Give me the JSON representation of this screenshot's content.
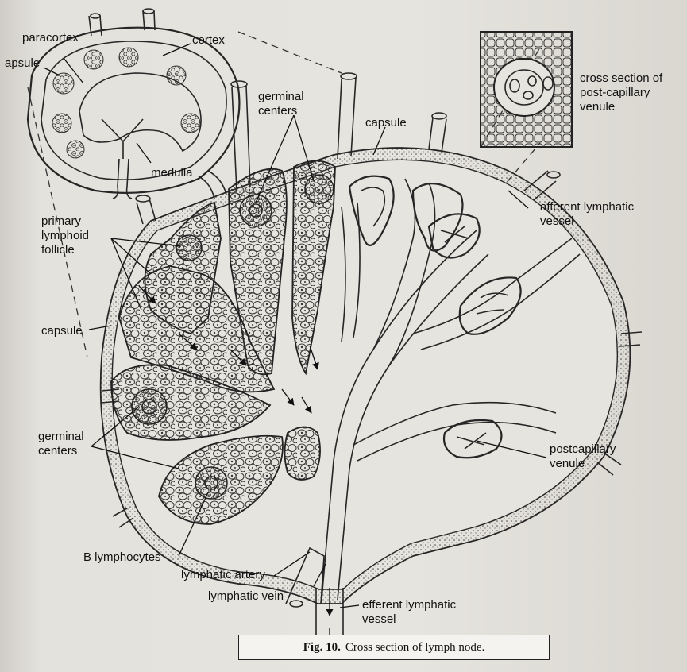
{
  "caption": {
    "figure_number": "Fig. 10.",
    "text": "Cross section of lymph node."
  },
  "inset": {
    "labels": {
      "paracortex": "paracortex",
      "cortex": "cortex",
      "capsule": "apsule",
      "medulla": "medulla"
    }
  },
  "labels": {
    "germinal_centers_top": "germinal\ncenters",
    "capsule_top": "capsule",
    "cross_section": "cross section of\npost-capillary\nvenule",
    "afferent": "afferent lymphatic\nvessel",
    "primary_follicle": "primary\nlymphoid\nfollicle",
    "capsule_left": "capsule",
    "germinal_centers_left": "germinal\ncenters",
    "postcapillary": "postcapillary\nvenule",
    "b_lymphocytes": "B lymphocytes",
    "lymphatic_artery": "lymphatic artery",
    "lymphatic_vein": "lymphatic vein",
    "efferent": "efferent lymphatic\nvessel"
  },
  "colors": {
    "ink": "#262626",
    "paper": "#e6e4de",
    "caption_bg": "#f4f3ef"
  }
}
